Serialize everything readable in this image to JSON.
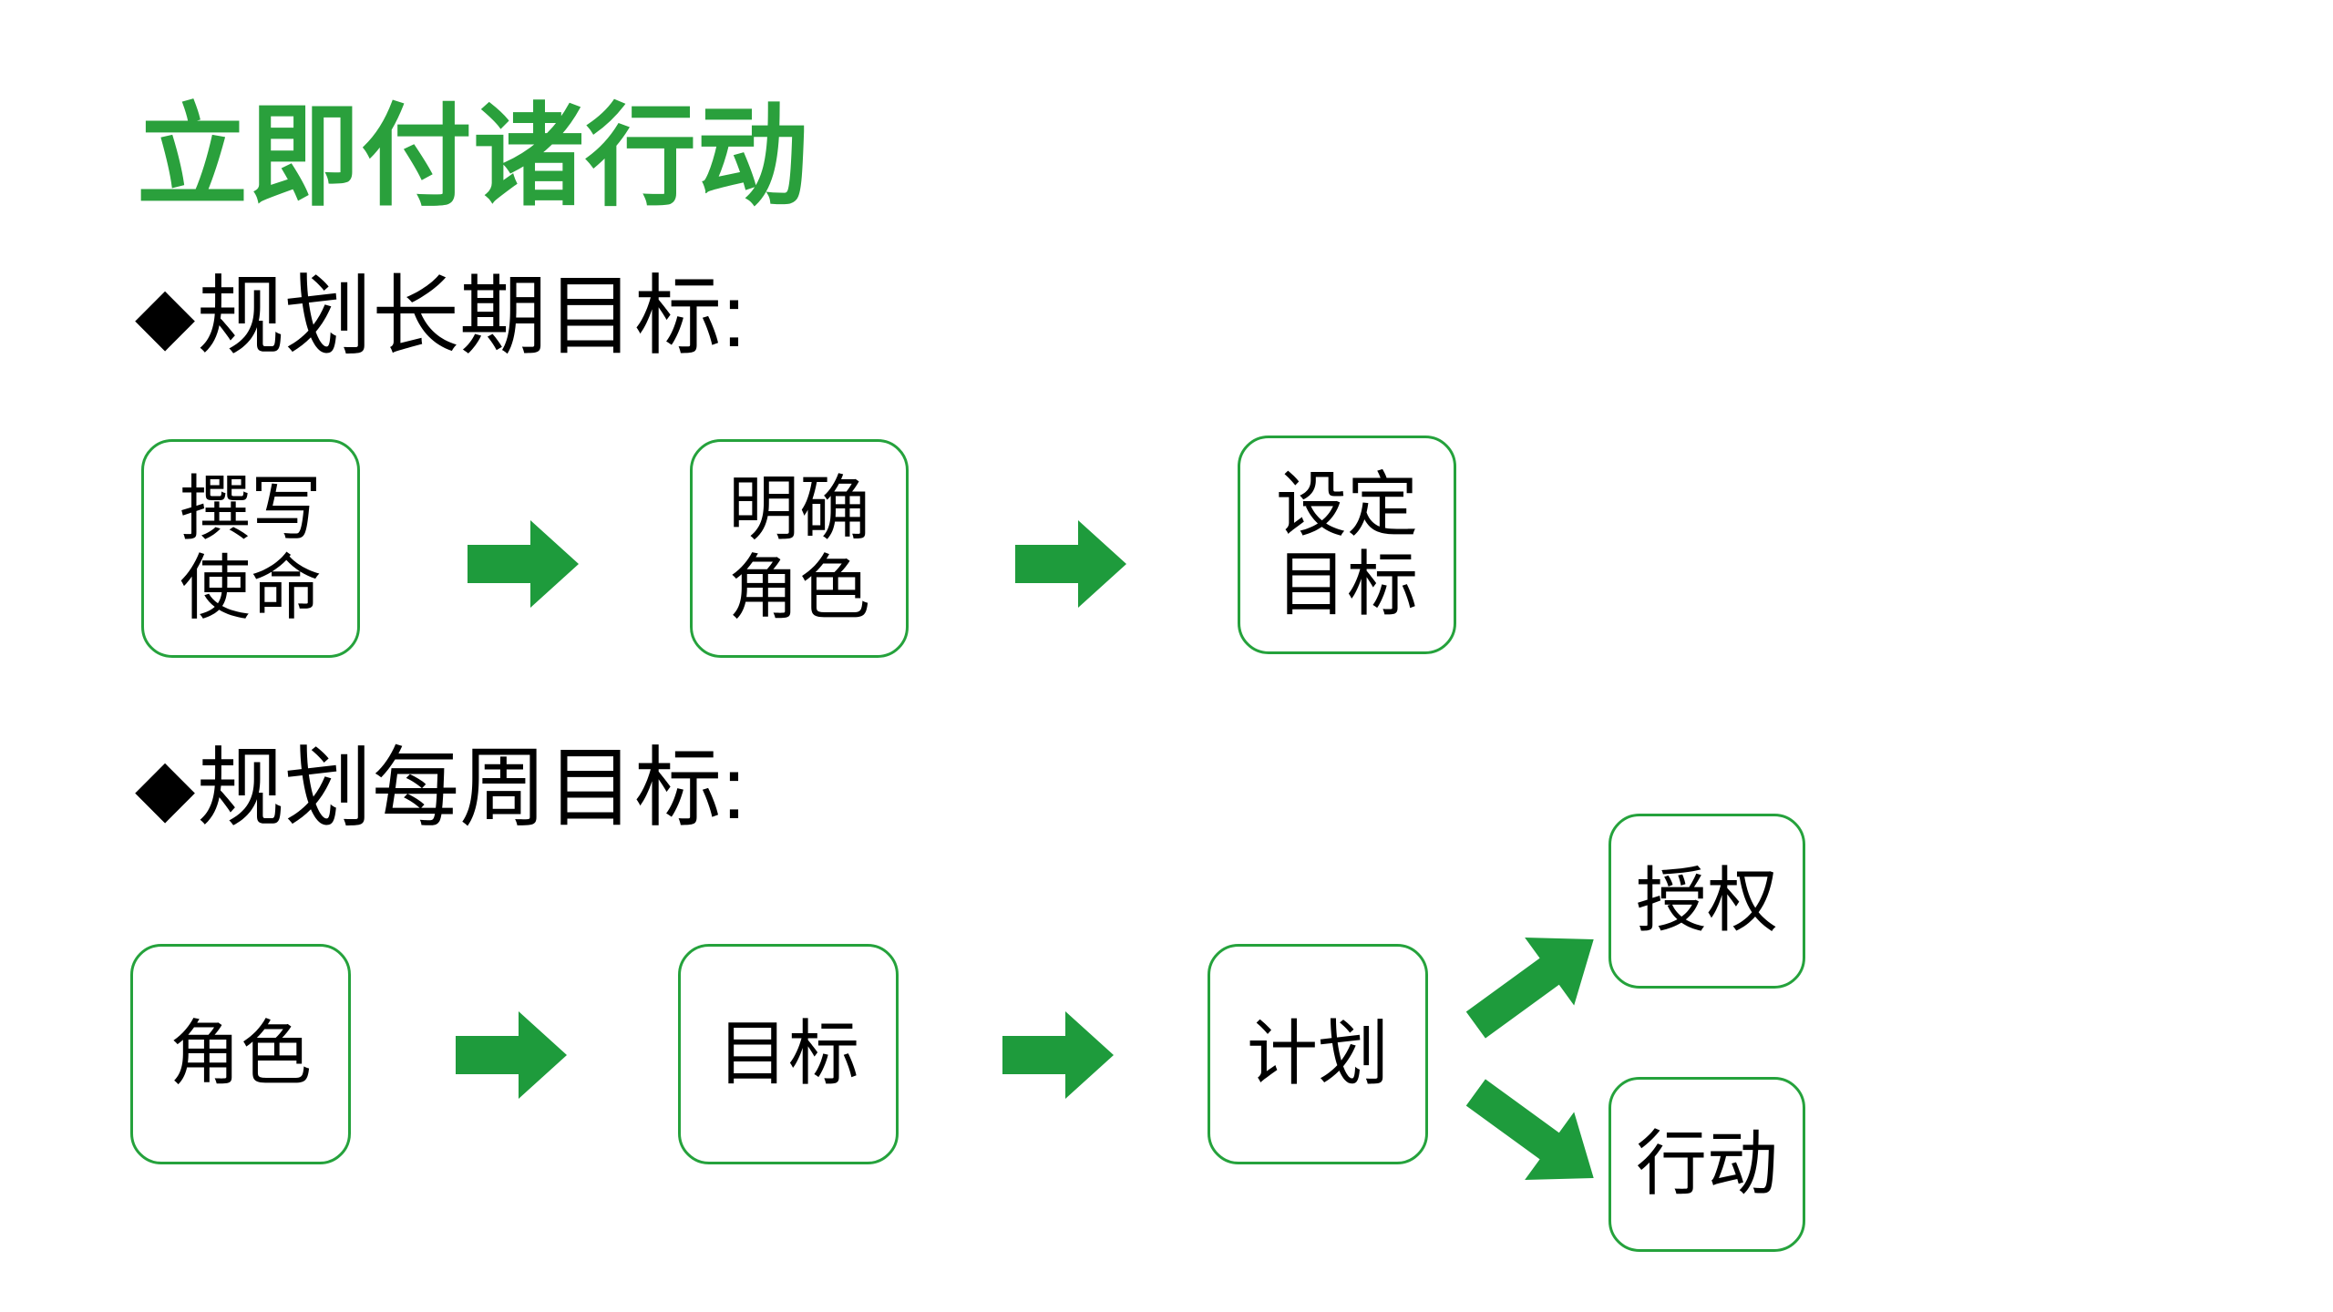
{
  "slide": {
    "title": "立即付诸行动",
    "title_color": "#2AA03C",
    "background_color": "#FFFFFF",
    "accent_green": "#25A23C",
    "arrow_green": "#1E9B3C",
    "text_color": "#000000"
  },
  "sections": [
    {
      "id": "long-term",
      "bullet": "◆",
      "heading": "规划长期目标:",
      "boxes": [
        {
          "id": "write-mission",
          "label": "撰写\n使命"
        },
        {
          "id": "clarify-role",
          "label": "明确\n角色"
        },
        {
          "id": "set-goals",
          "label": "设定\n目标"
        }
      ],
      "arrows": [
        {
          "id": "r1-a1",
          "name": "right-arrow"
        },
        {
          "id": "r1-a2",
          "name": "right-arrow"
        }
      ]
    },
    {
      "id": "weekly",
      "bullet": "◆",
      "heading": "规划每周目标:",
      "boxes": [
        {
          "id": "role",
          "label": "角色"
        },
        {
          "id": "goal",
          "label": "目标"
        },
        {
          "id": "plan",
          "label": "计划"
        },
        {
          "id": "delegate",
          "label": "授权"
        },
        {
          "id": "act",
          "label": "行动"
        }
      ],
      "arrows": [
        {
          "id": "r2-a1",
          "name": "right-arrow"
        },
        {
          "id": "r2-a2",
          "name": "right-arrow"
        },
        {
          "id": "r2-branch-up",
          "name": "up-right-arrow"
        },
        {
          "id": "r2-branch-down",
          "name": "down-right-arrow"
        }
      ]
    }
  ],
  "icons": {
    "diamond_bullet": "◆"
  }
}
